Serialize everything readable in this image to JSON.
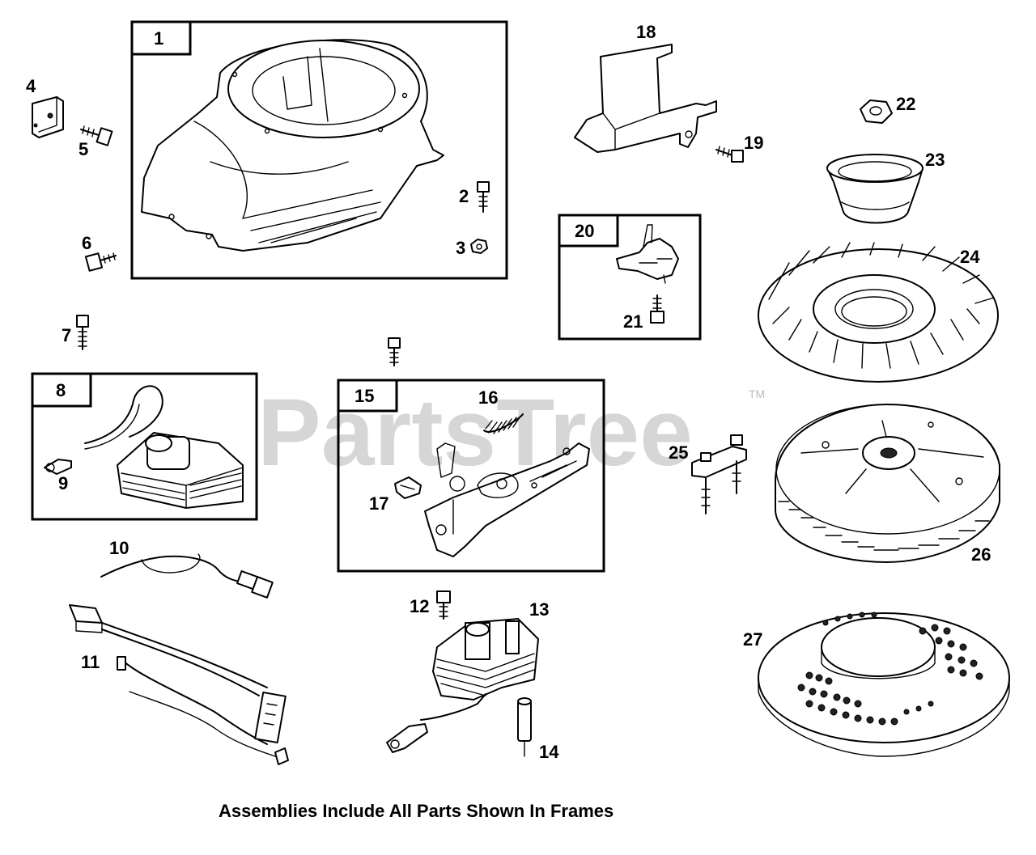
{
  "watermark": "PartsTree",
  "trademark": "TM",
  "caption": "Assemblies Include All Parts Shown In Frames",
  "frames": {
    "f1": "1",
    "f8": "8",
    "f15": "15",
    "f20": "20"
  },
  "callouts": {
    "c2": "2",
    "c3": "3",
    "c4": "4",
    "c5": "5",
    "c6": "6",
    "c7": "7",
    "c9": "9",
    "c10": "10",
    "c11": "11",
    "c12": "12",
    "c13": "13",
    "c14": "14",
    "c16": "16",
    "c17": "17",
    "c18": "18",
    "c19": "19",
    "c21": "21",
    "c22": "22",
    "c23": "23",
    "c24": "24",
    "c25": "25",
    "c26": "26",
    "c27": "27"
  }
}
